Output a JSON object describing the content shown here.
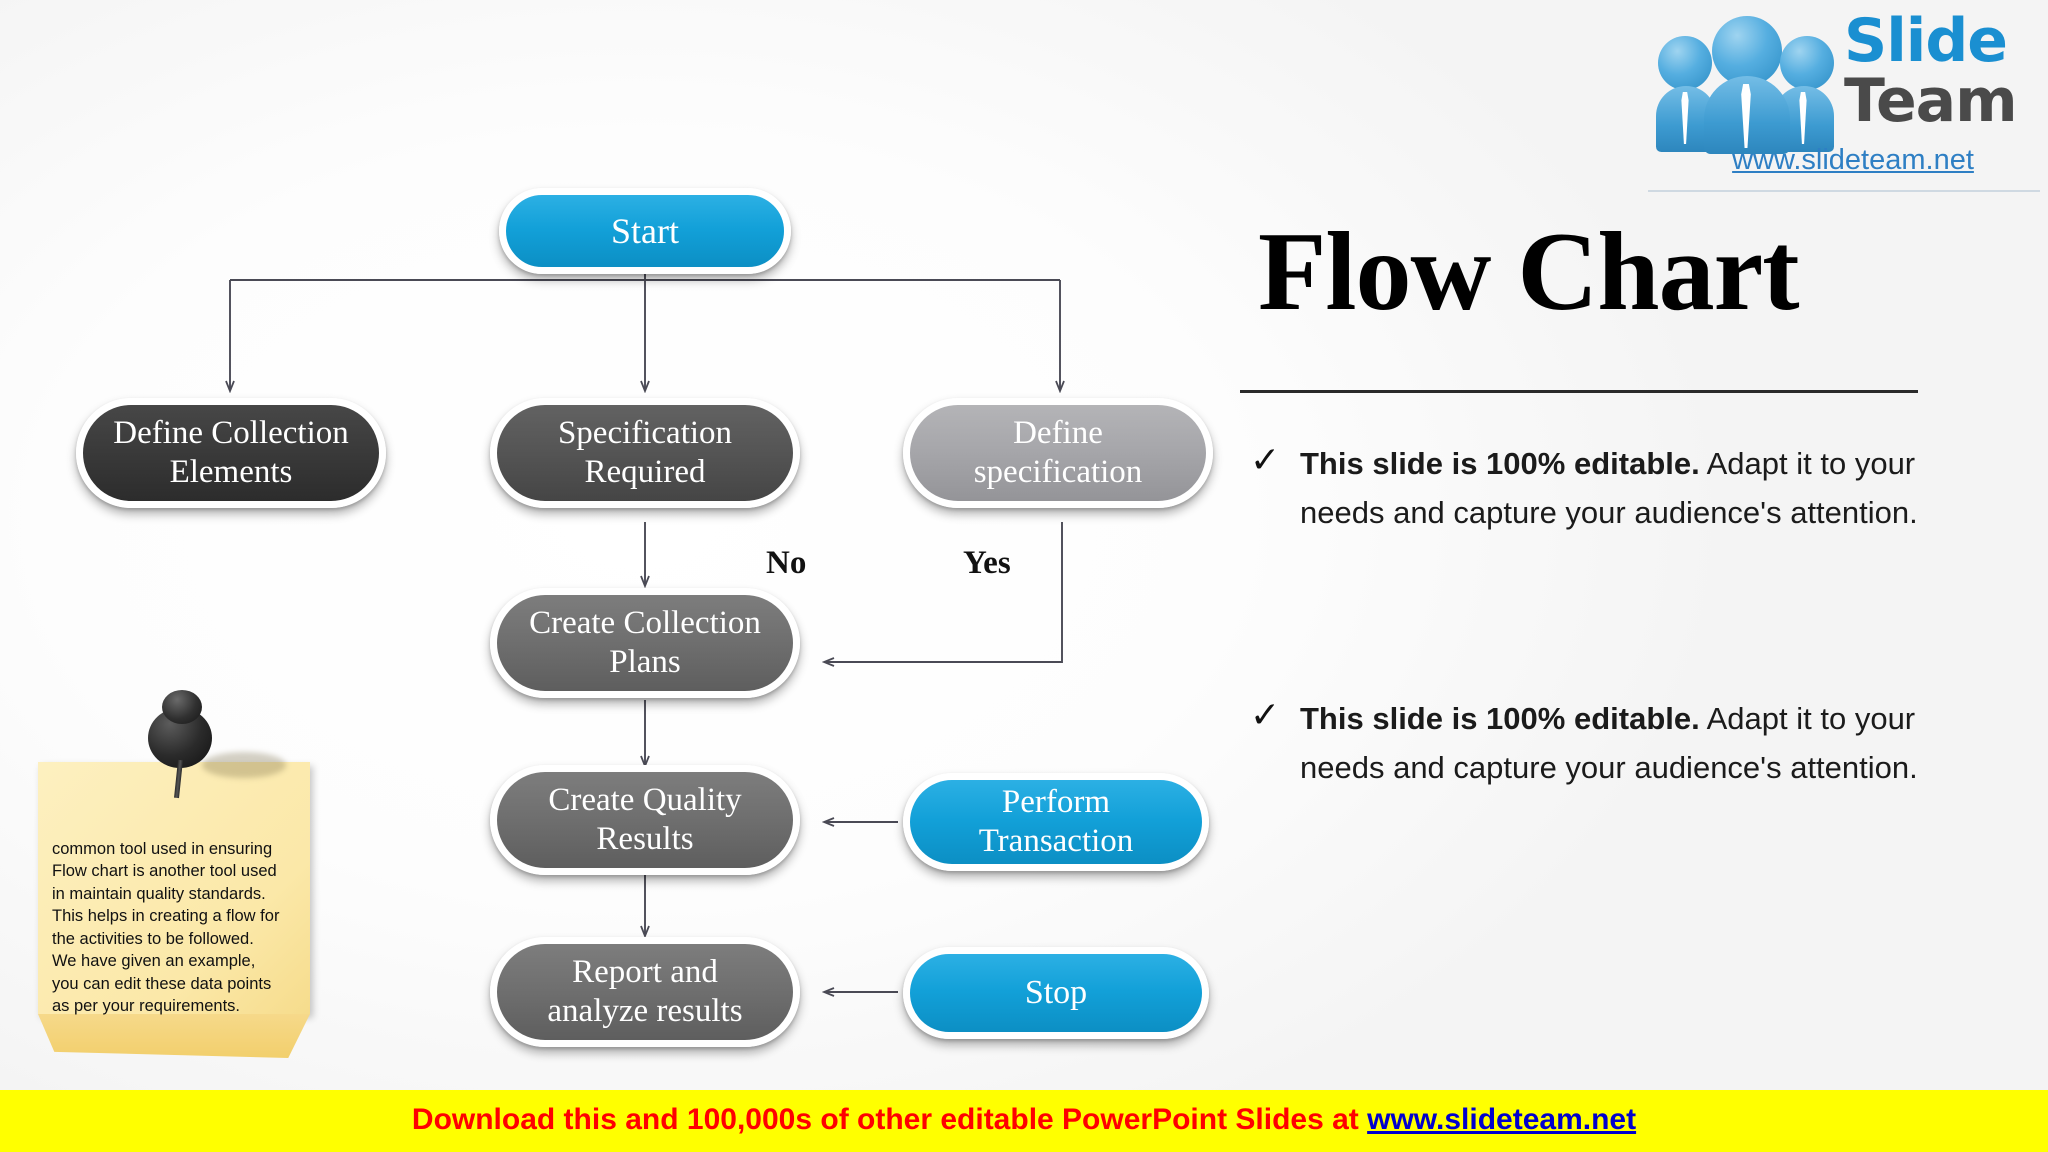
{
  "logo": {
    "brand_primary": "Slide",
    "brand_secondary": "Team",
    "url": "www.slideteam.net",
    "color_blue": "#1a8fd1",
    "color_gray": "#4a4a4a"
  },
  "title": "Flow Chart",
  "bullets": [
    {
      "bold": "This slide is 100% editable.",
      "rest": " Adapt it to your needs and capture your audience's attention."
    },
    {
      "bold": "This slide is 100% editable.",
      "rest": " Adapt it to your needs and capture your audience's attention."
    }
  ],
  "check_glyph": "✓",
  "sticky": {
    "text": "common tool used in ensuring\nFlow chart is another tool used\nin maintain quality standards.\nThis helps in creating a flow for\nthe activities to be followed.\nWe have given an example,\nyou can edit these data points\nas per your requirements.",
    "paper_color": "#fbe8a8"
  },
  "footer": {
    "text": "Download this and 100,000s of other editable PowerPoint Slides at ",
    "link": "www.slideteam.net",
    "bg": "#ffff00",
    "text_color": "#ff0000",
    "link_color": "#0000cc"
  },
  "chart_data": {
    "type": "flowchart",
    "title": "Flow Chart",
    "nodes": [
      {
        "id": "start",
        "label": "Start",
        "shape": "rounded-capsule",
        "fill": "#12a0d8",
        "text_color": "#ffffff"
      },
      {
        "id": "define-elem",
        "label": "Define Collection Elements",
        "shape": "rounded-capsule",
        "fill": "#3a3a3a",
        "text_color": "#ffffff"
      },
      {
        "id": "spec-req",
        "label": "Specification Required",
        "shape": "rounded-capsule",
        "fill": "#555555",
        "text_color": "#ffffff"
      },
      {
        "id": "define-spec",
        "label": "Define specification",
        "shape": "rounded-capsule",
        "fill": "#a6a6aa",
        "text_color": "#ffffff"
      },
      {
        "id": "create-plans",
        "label": "Create Collection Plans",
        "shape": "rounded-capsule",
        "fill": "#6f6f6f",
        "text_color": "#ffffff"
      },
      {
        "id": "create-qual",
        "label": "Create Quality Results",
        "shape": "rounded-capsule",
        "fill": "#6f6f6f",
        "text_color": "#ffffff"
      },
      {
        "id": "report",
        "label": "Report and analyze results",
        "shape": "rounded-capsule",
        "fill": "#6f6f6f",
        "text_color": "#ffffff"
      },
      {
        "id": "perform",
        "label": "Perform Transaction",
        "shape": "rounded-capsule",
        "fill": "#12a0d8",
        "text_color": "#ffffff"
      },
      {
        "id": "stop",
        "label": "Stop",
        "shape": "rounded-capsule",
        "fill": "#12a0d8",
        "text_color": "#ffffff"
      }
    ],
    "edges": [
      {
        "from": "start",
        "to": "define-elem",
        "label": ""
      },
      {
        "from": "start",
        "to": "spec-req",
        "label": ""
      },
      {
        "from": "start",
        "to": "define-spec",
        "label": ""
      },
      {
        "from": "spec-req",
        "to": "create-plans",
        "label": "No"
      },
      {
        "from": "define-spec",
        "to": "create-plans",
        "label": "Yes"
      },
      {
        "from": "create-plans",
        "to": "create-qual",
        "label": ""
      },
      {
        "from": "create-qual",
        "to": "report",
        "label": ""
      },
      {
        "from": "perform",
        "to": "create-qual",
        "label": ""
      },
      {
        "from": "stop",
        "to": "report",
        "label": ""
      }
    ],
    "edge_labels": {
      "no": "No",
      "yes": "Yes"
    },
    "connector_color": "#4a4a55"
  },
  "nodes": {
    "start": "Start",
    "define_elements_l1": "Define Collection",
    "define_elements_l2": "Elements",
    "spec_required_l1": "Specification",
    "spec_required_l2": "Required",
    "define_spec_l1": "Define",
    "define_spec_l2": "specification",
    "create_plans_l1": "Create Collection",
    "create_plans_l2": "Plans",
    "create_quality_l1": "Create Quality",
    "create_quality_l2": "Results",
    "report_l1": "Report and",
    "report_l2": "analyze results",
    "perform_l1": "Perform",
    "perform_l2": "Transaction",
    "stop": "Stop"
  },
  "labels": {
    "no": "No",
    "yes": "Yes"
  }
}
